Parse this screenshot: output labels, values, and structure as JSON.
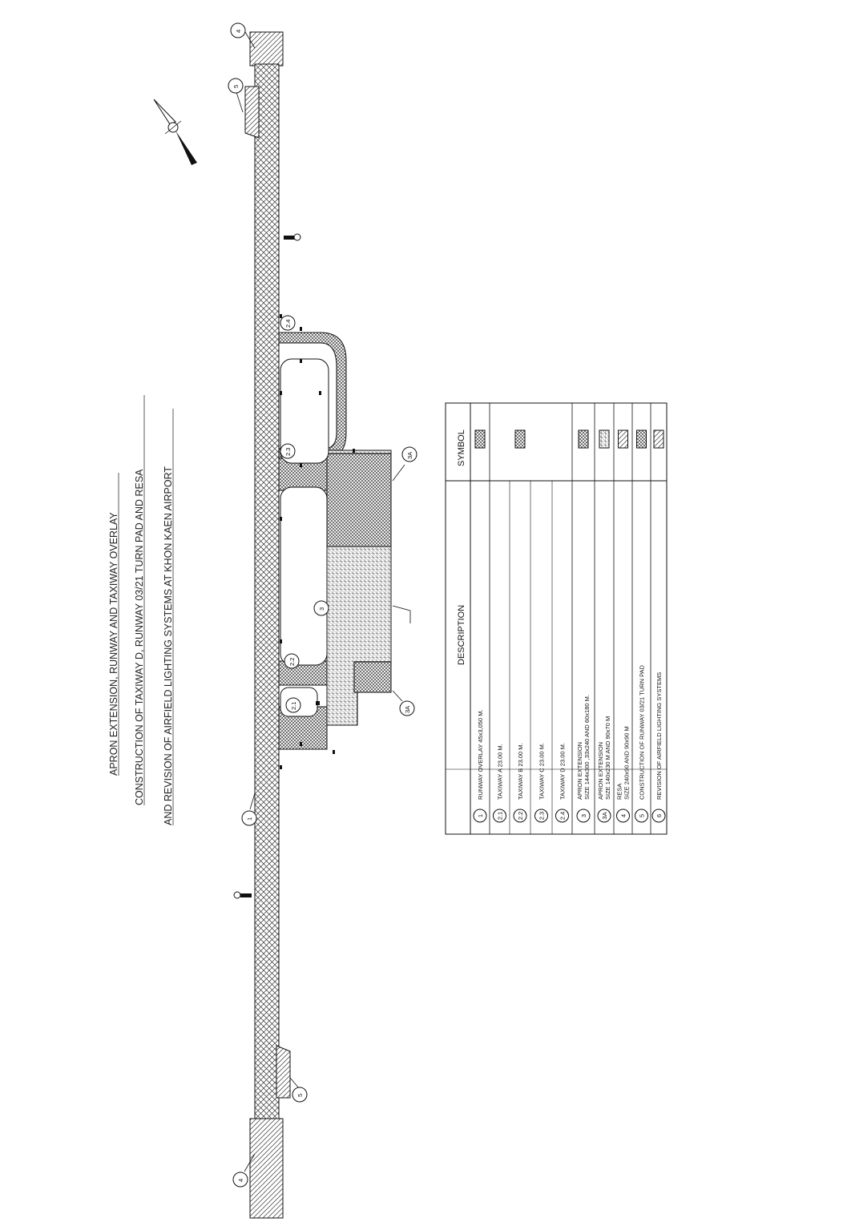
{
  "title": {
    "line1": "APRON EXTENSION, RUNWAY AND   TAXIWAY OVERLAY",
    "line2": "CONSTRUCTION   OF TAXIWAY D, RUNWAY 03/21   TURN PAD AND RESA",
    "line3": "AND REVISION   OF AIRFIELD LIGHTING SYSTEMS   AT KHON KAEN AIRPORT"
  },
  "callouts": {
    "runway": "1",
    "twy_a": "2.1",
    "twy_b": "2.2",
    "twy_c": "2.3",
    "twy_d": "2.4",
    "apron": "3",
    "apron_ext_top": "3A",
    "apron_ext_bottom": "3A",
    "resa_top": "4",
    "resa_bottom": "4",
    "turnpad_top": "5",
    "turnpad_bottom": "5"
  },
  "legend": {
    "header_description": "DESCRIPTION",
    "header_symbol": "SYMBOL",
    "rows": [
      {
        "no": "1",
        "lines": [
          "RUNWAY OVERLAY 45x3,050 M."
        ]
      },
      {
        "no": "2.1",
        "lines": [
          "TAXIWAY A 23.00 M."
        ]
      },
      {
        "no": "2.2",
        "lines": [
          "TAXIWAY B 23.00 M."
        ]
      },
      {
        "no": "2.3",
        "lines": [
          "TAXIWAY C 23.00 M."
        ]
      },
      {
        "no": "2.4",
        "lines": [
          "TAXIWAY D 23.00 M."
        ]
      },
      {
        "no": "3",
        "lines": [
          "APRON EXTENSION",
          "SIZE 144x300 ,33x240  AND  60x180  M."
        ]
      },
      {
        "no": "3A",
        "lines": [
          "APRON EXTENSION",
          "SIZE 140x230 M AND 90x70 M"
        ]
      },
      {
        "no": "4",
        "lines": [
          "RESA",
          "SIZE 240x90  AND  90x90  M"
        ]
      },
      {
        "no": "5",
        "lines": [
          "CONSTRUCTION  OF RUNWAY 03/21  TURN PAD"
        ]
      },
      {
        "no": "6",
        "lines": [
          "REVISION  OF AIRFIELD LIGHTING   SYSTEMS"
        ]
      }
    ]
  }
}
